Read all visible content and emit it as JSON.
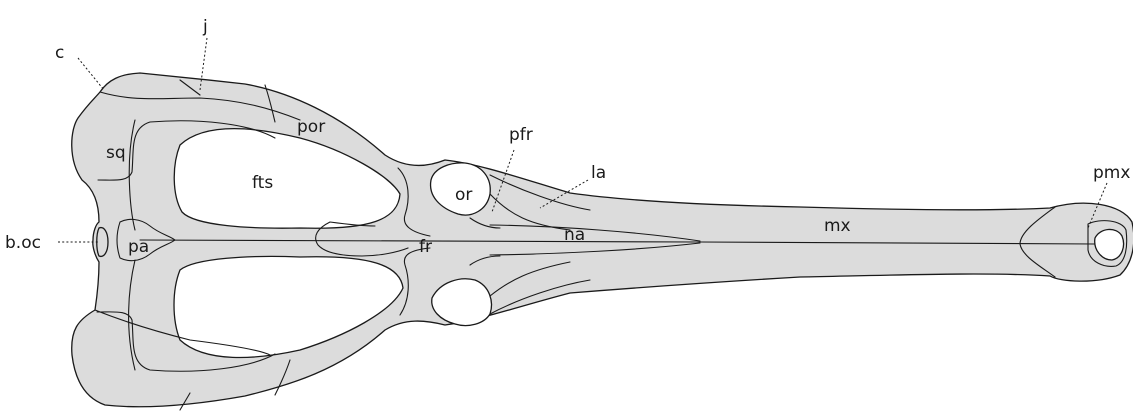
{
  "labels": {
    "c": "c",
    "j": "j",
    "sq": "sq",
    "por": "por",
    "fts": "fts",
    "pfr": "pfr",
    "or": "or",
    "la": "la",
    "fr": "fr",
    "na": "na",
    "mx": "mx",
    "pa": "pa",
    "b_oc": "b.oc",
    "pmx": "pmx"
  },
  "colors": {
    "bone_fill": "#dcdcdc",
    "outline": "#1a1a1a",
    "background": "#ffffff"
  }
}
